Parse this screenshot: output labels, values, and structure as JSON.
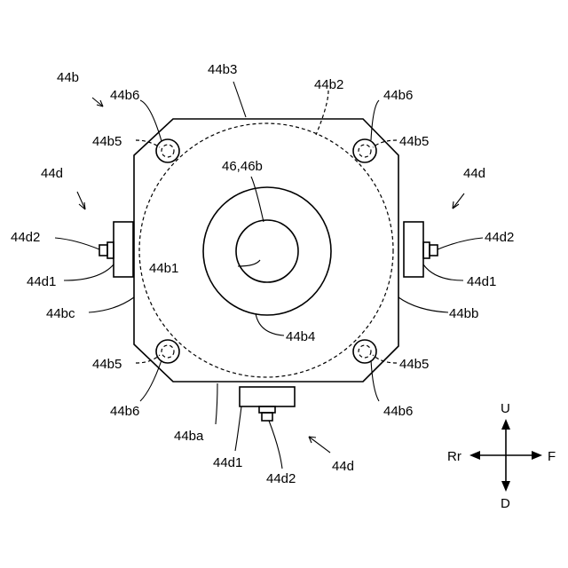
{
  "labels": {
    "l44b": "44b",
    "l44b3": "44b3",
    "l44b2": "44b2",
    "l44b6_tl": "44b6",
    "l44b6_tr": "44b6",
    "l44b5_tl": "44b5",
    "l44b5_tr": "44b5",
    "l46": "46,46b",
    "l44d_left": "44d",
    "l44d_right": "44d",
    "l44d2_left": "44d2",
    "l44d2_right": "44d2",
    "l44d1_left": "44d1",
    "l44d1_right": "44d1",
    "l44b1": "44b1",
    "l44bc": "44bc",
    "l44bb": "44bb",
    "l44b4": "44b4",
    "l44b5_bl": "44b5",
    "l44b5_br": "44b5",
    "l44b6_bl": "44b6",
    "l44b6_br": "44b6",
    "l44ba": "44ba",
    "l44d1_bottom": "44d1",
    "l44d2_bottom": "44d2",
    "l44d_bottom": "44d"
  },
  "directions": {
    "up": "U",
    "down": "D",
    "left": "Rr",
    "right": "F"
  }
}
